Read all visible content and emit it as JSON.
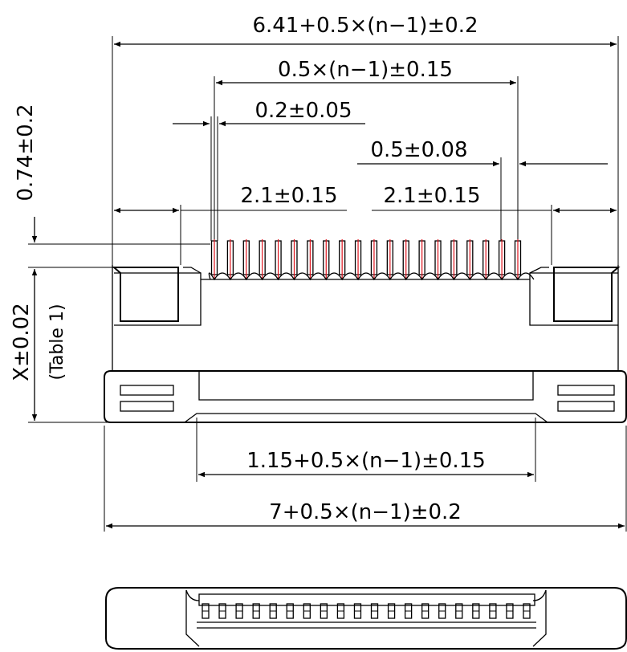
{
  "dimensions": {
    "overall_top": "6.41+0.5×(n−1)±0.2",
    "pitch_span": "0.5×(n−1)±0.15",
    "pin_width": "0.2±0.05",
    "pitch": "0.5±0.08",
    "left_offset": "2.1±0.15",
    "right_offset": "2.1±0.15",
    "height_top": "0.74±0.2",
    "height_x": "X±0.02",
    "table_ref": "(Table 1)",
    "inner_bottom": "1.15+0.5×(n−1)±0.15",
    "overall_bottom": "7+0.5×(n−1)±0.2"
  },
  "pin_count": 20,
  "colors": {
    "outline": "#000000",
    "pin_centerline": "#e0141e"
  }
}
